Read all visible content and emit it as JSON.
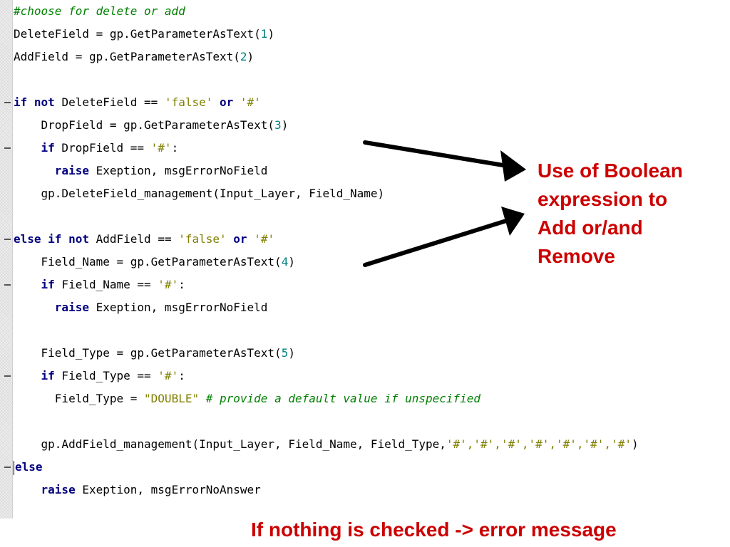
{
  "code": {
    "line01_comment": "#choose for delete or add",
    "line02": {
      "var": "DeleteField",
      "call": " = gp.GetParameterAsText(",
      "num": "1",
      "close": ")"
    },
    "line03": {
      "var": "AddField",
      "call": " = gp.GetParameterAsText(",
      "num": "2",
      "close": ")"
    },
    "line05": {
      "kw1": "if",
      "kw2": "not",
      "mid": " DeleteField == ",
      "str1": "'false'",
      "kw3": "or",
      "str2": "'#'"
    },
    "line06": {
      "text": "DropField = gp.GetParameterAsText(",
      "num": "3",
      "close": ")"
    },
    "line07": {
      "kw": "if",
      "mid": " DropField == ",
      "str": "'#'",
      "colon": ":"
    },
    "line08": {
      "kw": "raise",
      "rest": " Exeption, msgErrorNoField"
    },
    "line09": "gp.DeleteField_management(Input_Layer, Field_Name)",
    "line11": {
      "kw1": "else",
      "kw2": "if",
      "kw3": "not",
      "mid": " AddField == ",
      "str1": "'false'",
      "kw4": "or",
      "str2": "'#'"
    },
    "line12": {
      "text": "Field_Name = gp.GetParameterAsText(",
      "num": "4",
      "close": ")"
    },
    "line13": {
      "kw": "if",
      "mid": " Field_Name == ",
      "str": "'#'",
      "colon": ":"
    },
    "line14": {
      "kw": "raise",
      "rest": " Exeption, msgErrorNoField"
    },
    "line16": {
      "text": "Field_Type = gp.GetParameterAsText(",
      "num": "5",
      "close": ")"
    },
    "line17": {
      "kw": "if",
      "mid": " Field_Type == ",
      "str": "'#'",
      "colon": ":"
    },
    "line18": {
      "text": "Field_Type = ",
      "str": "\"DOUBLE\"",
      "comment": "# provide a default value if unspecified"
    },
    "line20": {
      "text": "gp.AddField_management(Input_Layer, Field_Name, Field_Type,",
      "args": "'#','#','#','#','#','#','#'",
      "close": ")"
    },
    "line21_kw": "else",
    "line22": {
      "kw": "raise",
      "rest": " Exeption, msgErrorNoAnswer"
    }
  },
  "annotations": {
    "callout_lines": [
      "Use of Boolean",
      "expression to",
      "Add or/and",
      "Remove"
    ],
    "footer": "If nothing is checked -> error message"
  },
  "colors": {
    "annotation_red": "#cc0000",
    "keyword": "#00007f",
    "comment": "#007f00",
    "string": "#7f7f00",
    "number": "#007f7f",
    "gutter": "#eeeeee"
  }
}
